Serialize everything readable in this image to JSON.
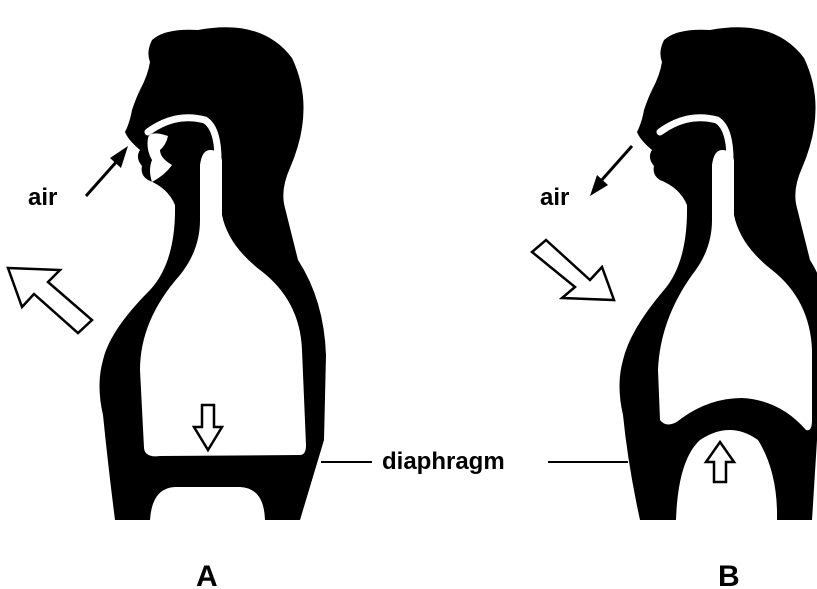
{
  "panel_a": {
    "air_label": "air",
    "panel_label": "A"
  },
  "panel_b": {
    "air_label": "air",
    "panel_label": "B"
  },
  "shared": {
    "diaphragm_label": "diaphragm"
  },
  "colors": {
    "silhouette": "#000000",
    "background": "#ffffff"
  }
}
